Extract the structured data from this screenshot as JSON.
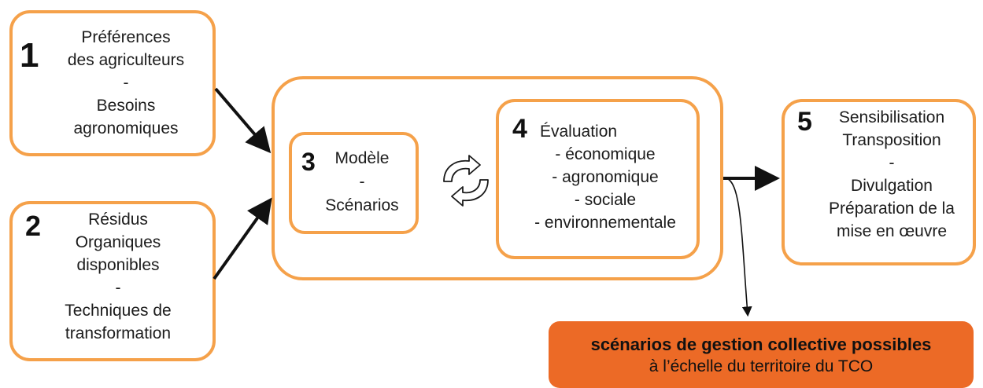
{
  "colors": {
    "box_border": "#f5a14a",
    "result_fill": "#ec6a26",
    "arrow": "#111111"
  },
  "box1": {
    "number": "1",
    "lines": [
      "Préférences",
      "des agriculteurs",
      "-",
      "Besoins",
      "agronomiques"
    ]
  },
  "box2": {
    "number": "2",
    "lines": [
      "Résidus",
      "Organiques",
      "disponibles",
      "-",
      "Techniques de",
      "transformation"
    ]
  },
  "box3": {
    "number": "3",
    "lines": [
      "Modèle",
      "-",
      "Scénarios"
    ]
  },
  "cycle_icon": "refresh-cycle-icon",
  "box4": {
    "number": "4",
    "lines": [
      "Évaluation",
      "- économique",
      "- agronomique",
      "- sociale",
      "- environnementale"
    ]
  },
  "box5": {
    "number": "5",
    "lines": [
      "Sensibilisation",
      "Transposition",
      "-",
      "Divulgation",
      "Préparation de la",
      "mise en œuvre"
    ]
  },
  "result": {
    "title": "scénarios de gestion collective possibles",
    "subtitle": "à l’échelle du territoire du TCO"
  }
}
